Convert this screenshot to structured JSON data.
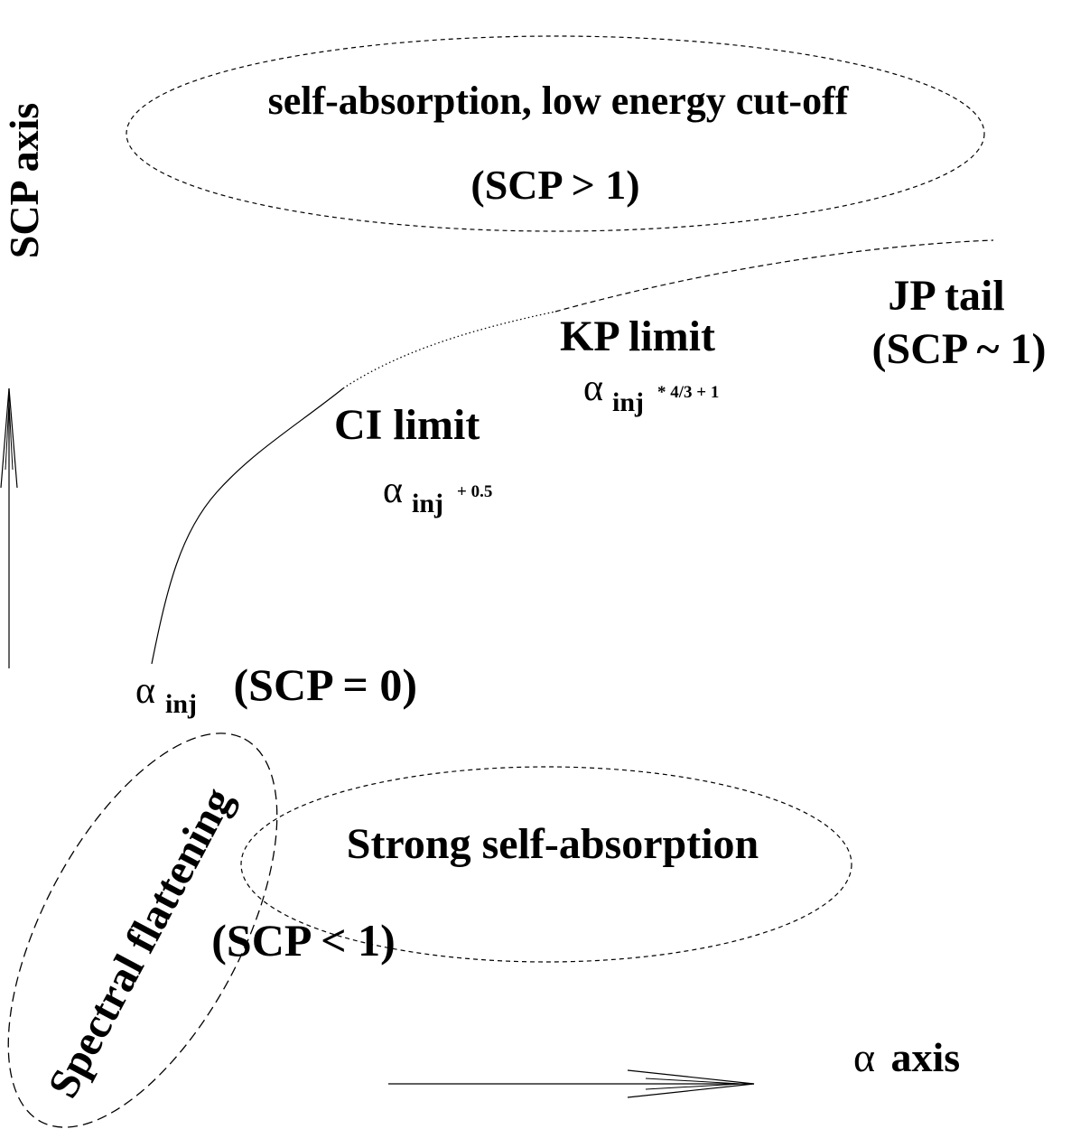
{
  "labels": {
    "self_absorption": "self-absorption, low energy cut-off",
    "scp_gt_1": "(SCP > 1)",
    "jp_tail": "JP tail",
    "scp_approx_1": "(SCP ~ 1)",
    "kp_limit": "KP limit",
    "kp_alpha": "α",
    "kp_alpha_sub": "inj",
    "kp_alpha_sup": " * 4/3 + 1",
    "ci_limit": "CI limit",
    "ci_alpha": "α",
    "ci_alpha_sub": "inj",
    "ci_alpha_sup": " + 0.5",
    "origin_alpha": "α",
    "origin_alpha_sub": "inj",
    "origin_scp": " (SCP = 0)",
    "strong_self_absorption": "Strong self-absorption",
    "scp_lt_1": "(SCP < 1)",
    "spectral_flattening": "Spectral flattening",
    "alpha_axis_symbol": "α",
    "alpha_axis_word": " axis",
    "scp_axis": "SCP axis"
  }
}
